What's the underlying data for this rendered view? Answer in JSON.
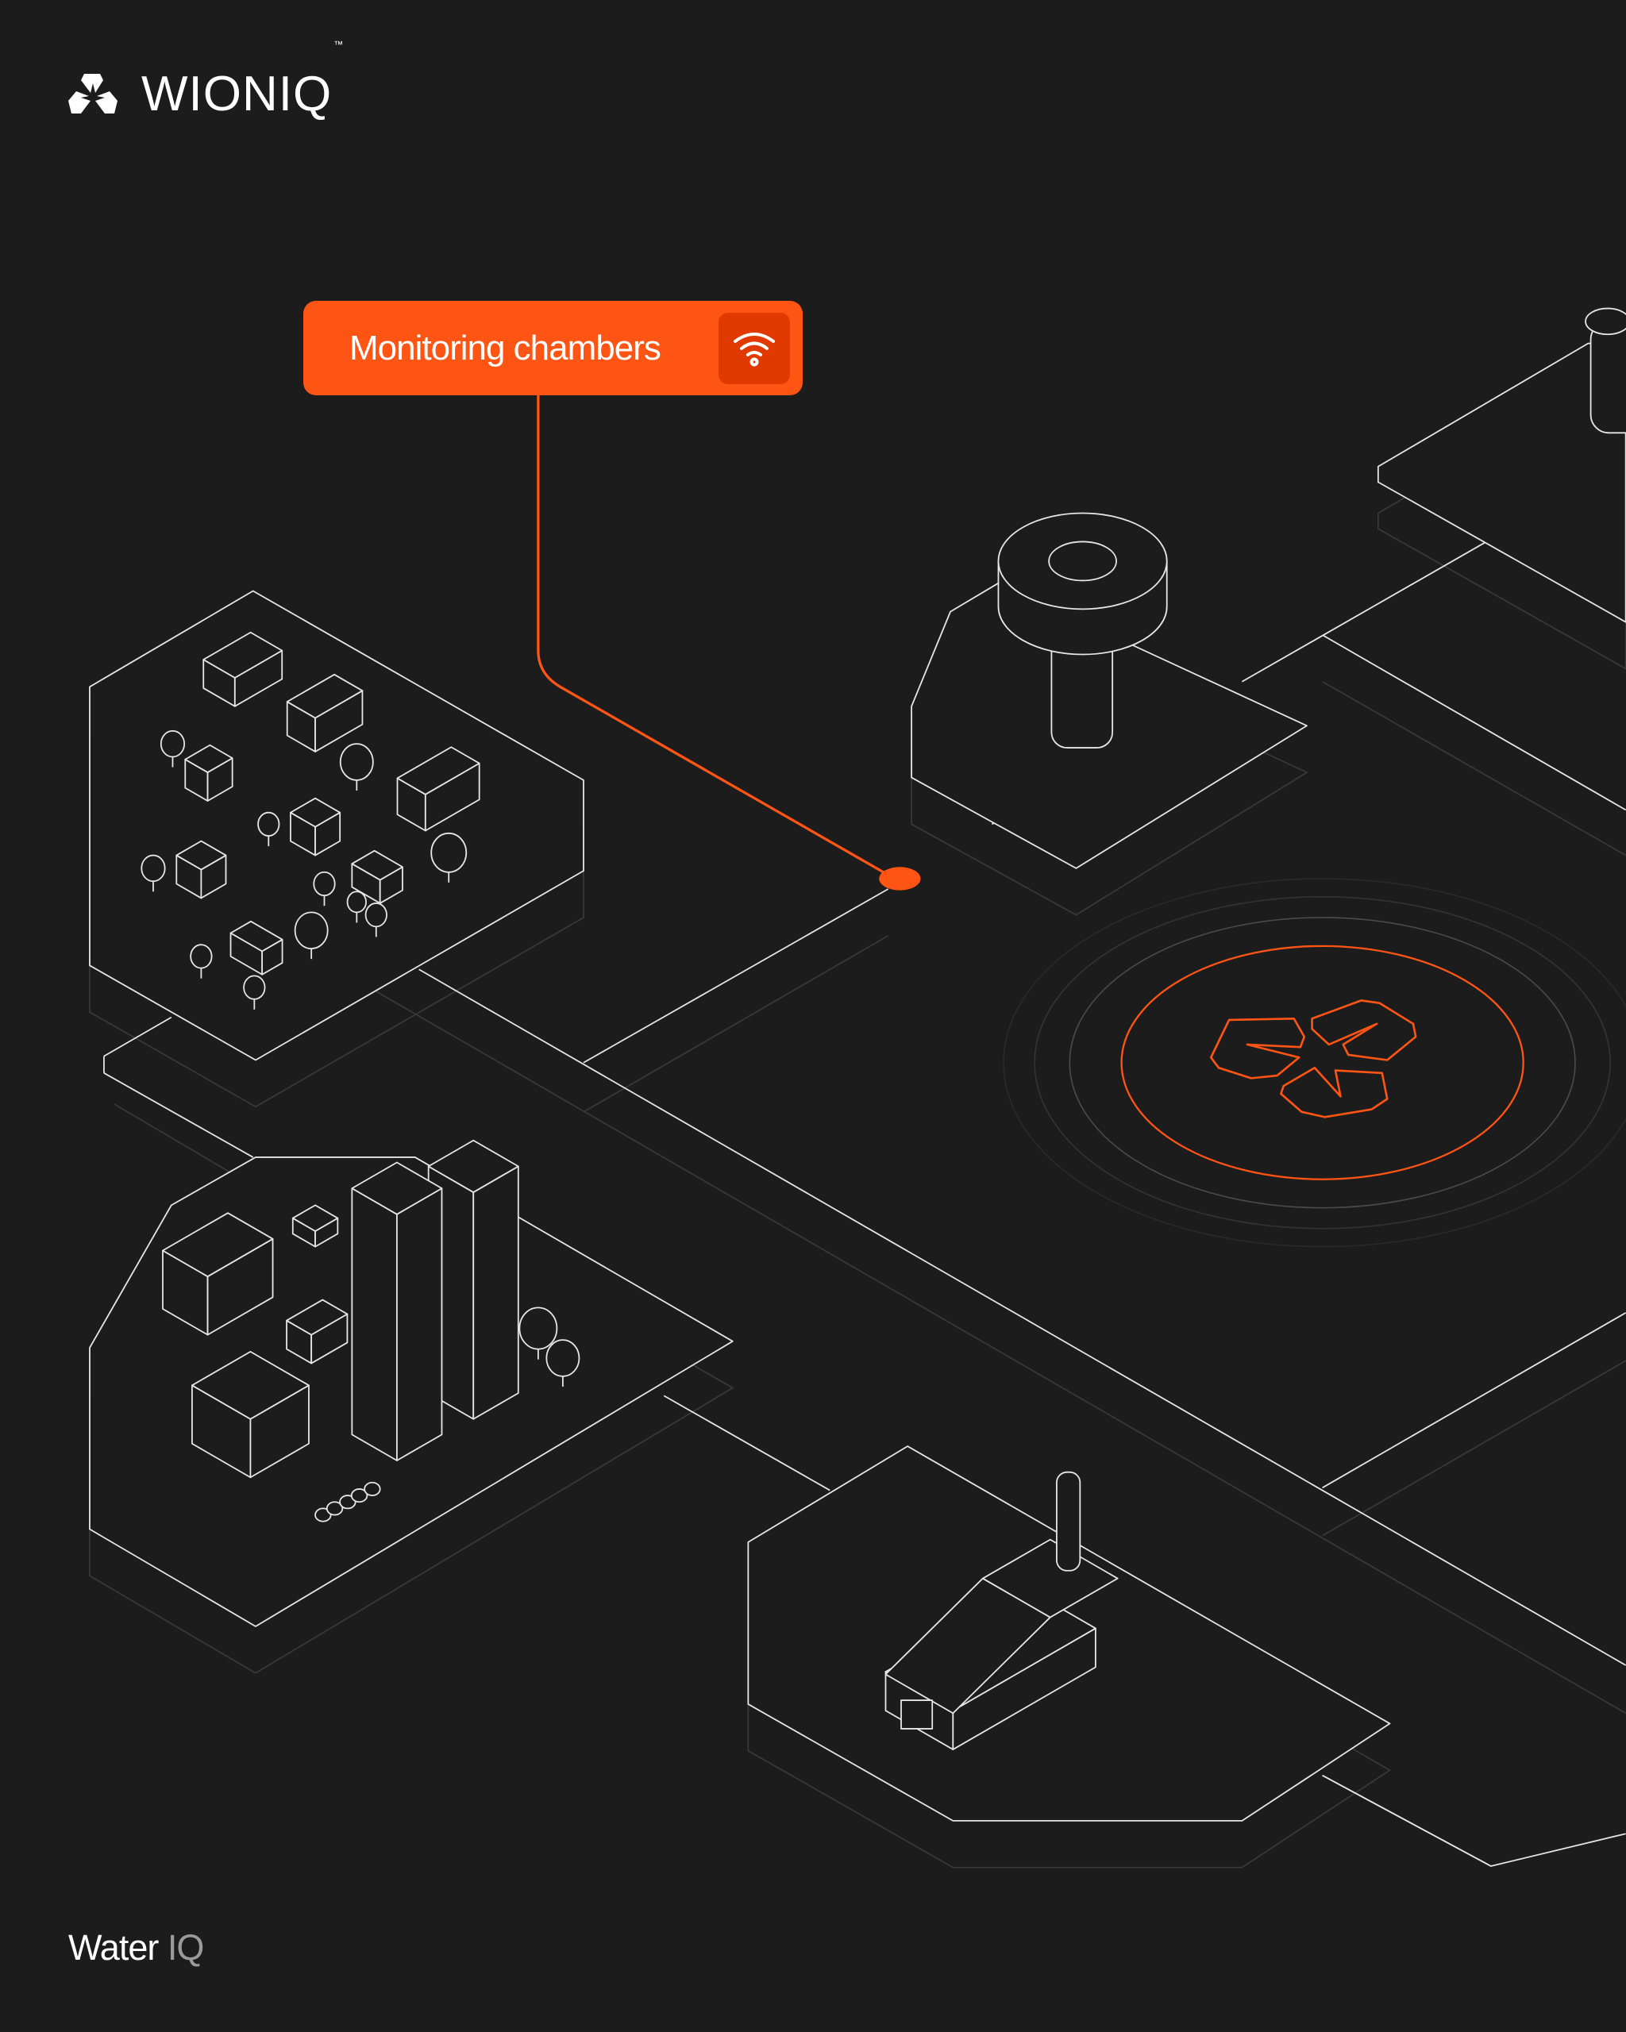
{
  "brand": {
    "name": "WIONIQ",
    "tm": "™",
    "logo_icon": "trefoil-logo-icon"
  },
  "callout": {
    "label": "Monitoring chambers",
    "icon": "wifi-icon"
  },
  "footer": {
    "title": "Water",
    "suffix": "IQ"
  },
  "colors": {
    "background": "#1c1c1c",
    "accent": "#ff5514",
    "accent_dark": "#e03a00",
    "line": "#e6e6e6",
    "line_dim": "#3a3a3a"
  }
}
